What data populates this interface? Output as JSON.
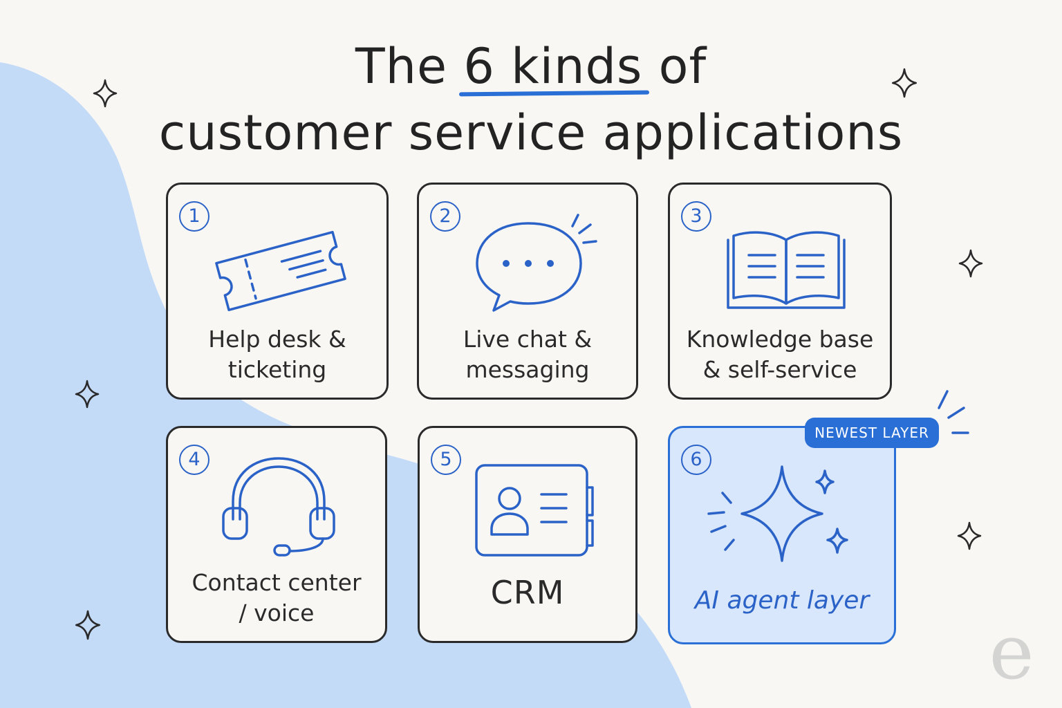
{
  "title": {
    "line1_before": "The ",
    "line1_highlight": "6 kinds",
    "line1_after": " of",
    "line2": "customer service applications"
  },
  "cards": [
    {
      "number": "1",
      "label_line1": "Help desk &",
      "label_line2": "ticketing",
      "icon": "ticket-icon"
    },
    {
      "number": "2",
      "label_line1": "Live chat &",
      "label_line2": "messaging",
      "icon": "chat-bubble-icon"
    },
    {
      "number": "3",
      "label_line1": "Knowledge base",
      "label_line2": "& self-service",
      "icon": "open-book-icon"
    },
    {
      "number": "4",
      "label_line1": "Contact center",
      "label_line2": "/ voice",
      "icon": "headset-icon"
    },
    {
      "number": "5",
      "label_line1": "CRM",
      "label_line2": "",
      "icon": "contact-card-icon"
    },
    {
      "number": "6",
      "label_line1": "AI agent layer",
      "label_line2": "",
      "icon": "sparkle-icon"
    }
  ],
  "badge": "NEWEST LAYER",
  "logo": "e",
  "colors": {
    "accent": "#2a6fd6",
    "accent_light": "#d8e7fb",
    "background": "#f8f7f3",
    "blob": "#c4dbf8",
    "ink": "#2a2a2a"
  }
}
